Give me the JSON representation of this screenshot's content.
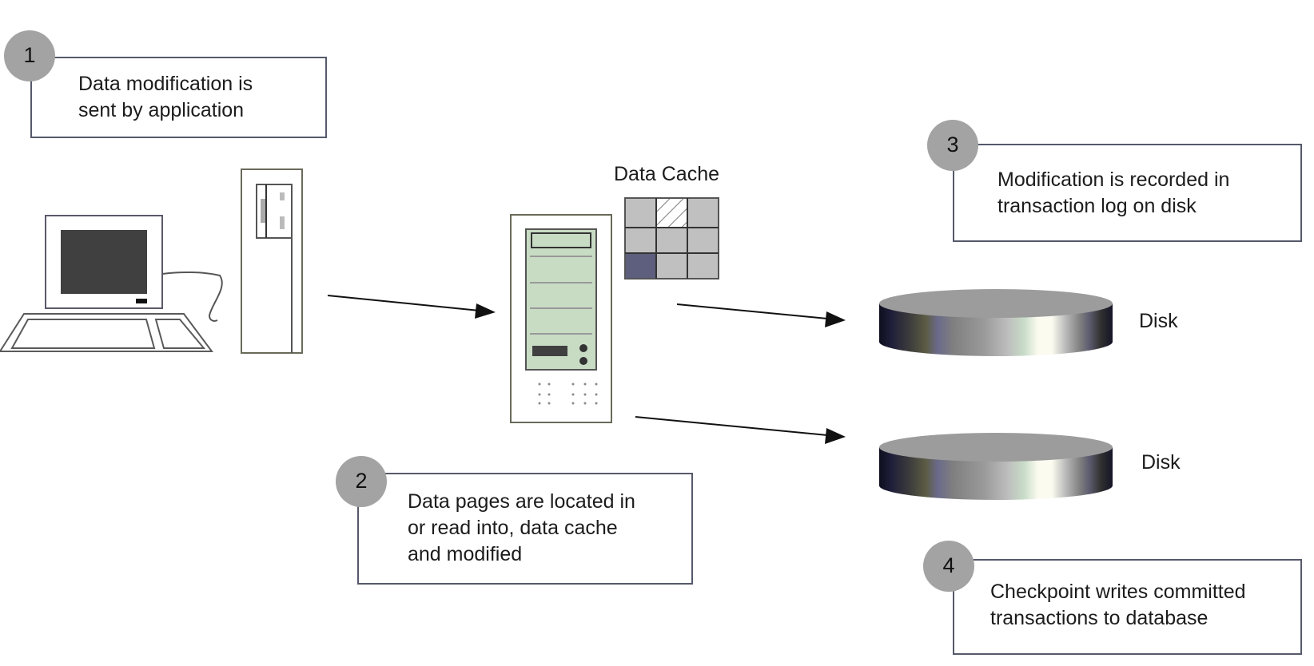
{
  "steps": [
    {
      "number": "1",
      "text": "Data modification is\nsent by application"
    },
    {
      "number": "2",
      "text": "Data pages are located in\nor read into, data cache\nand modified"
    },
    {
      "number": "3",
      "text": "Modification is recorded in\ntransaction log on disk"
    },
    {
      "number": "4",
      "text": "Checkpoint writes committed\ntransactions to database"
    }
  ],
  "labels": {
    "data_cache": "Data Cache",
    "disk_1": "Disk",
    "disk_2": "Disk"
  },
  "colors": {
    "circle_fill": "#a3a3a3",
    "box_border": "#55596a",
    "server_panel": "#c8dcc4",
    "cache_cell": "#c0c0c0",
    "cache_dark_cell": "#5e5e7e",
    "screen": "#404040"
  },
  "cache_grid": {
    "rows": 3,
    "cols": 3,
    "hatched_cell": [
      0,
      1
    ],
    "dark_cell": [
      2,
      0
    ]
  }
}
